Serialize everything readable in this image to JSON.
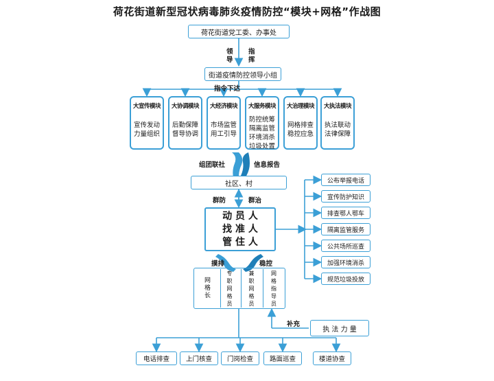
{
  "title": "荷花街道新型冠状病毒肺炎疫情防控“模块+网格”作战图",
  "top_box": "荷花街道党工委、办事处",
  "label_lead": "领导",
  "label_command": "指挥",
  "group_box": "街道疫情防控领导小组",
  "label_orders": "指令下达",
  "modules": [
    {
      "name": "大宣传模块",
      "desc": "宣传发动力量组织"
    },
    {
      "name": "大协调模块",
      "desc": "后勤保障督导协调"
    },
    {
      "name": "大经济模块",
      "desc": "市场监管用工引导"
    },
    {
      "name": "大服务模块",
      "desc": "防控统筹隔离监管环境消杀垃圾处置"
    },
    {
      "name": "大治理模块",
      "desc": "网格排查稳控应急"
    },
    {
      "name": "大执法模块",
      "desc": "执法联动法律保障"
    }
  ],
  "label_group_link": "组团联社",
  "label_info_report": "信息报告",
  "community_box": "社区、村",
  "label_mass_defense": "群防",
  "label_mass_governance": "群治",
  "mobilize": [
    "动 员 人",
    "找 准 人",
    "管 住 人"
  ],
  "label_investigate": "摸排",
  "label_stabilize": "稳控",
  "right_items": [
    "公布举报电话",
    "宣传防护知识",
    "排查鄂人鄂车",
    "隔离监管服务",
    "公共场所巡查",
    "加强环境消杀",
    "规范垃圾投放"
  ],
  "grid_columns": [
    "网格长",
    "专职网格员",
    "兼职网格员",
    "网格指导员"
  ],
  "label_supplement": "补充",
  "enforcement_box": "执 法 力 量",
  "bottom_items": [
    "电话排查",
    "上门核查",
    "门岗检查",
    "路面巡查",
    "楼道协查"
  ],
  "colors": {
    "accent": "#3b9fd6"
  }
}
